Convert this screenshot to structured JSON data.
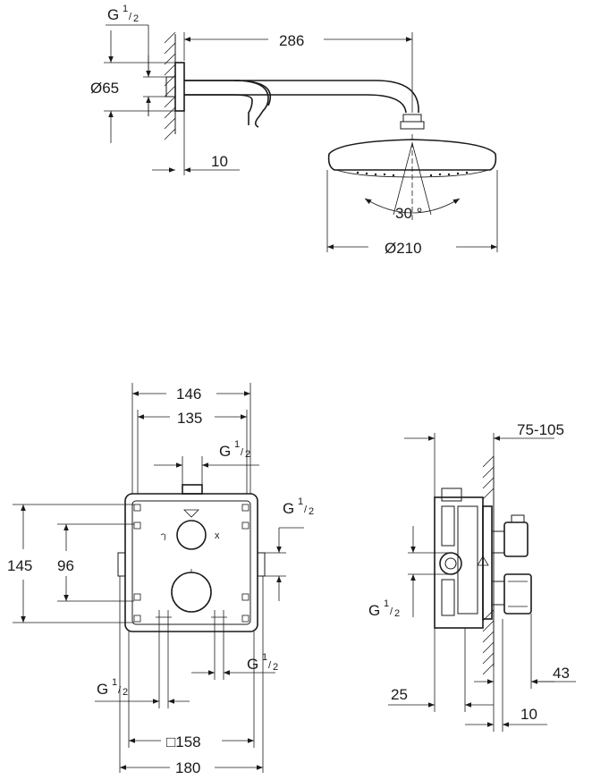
{
  "shower_head_view": {
    "dim_thread": "G",
    "dim_thread_num": "1",
    "dim_thread_den": "2",
    "dim_arm_length": "286",
    "dim_flange_diameter": "Ø65",
    "dim_wall_offset": "10",
    "dim_spray_angle": "30 °",
    "dim_head_diameter": "Ø210"
  },
  "box_front_view": {
    "dim_width_outer": "146",
    "dim_width_inner": "135",
    "dim_top_thread": "G",
    "dim_top_thread_num": "1",
    "dim_top_thread_den": "2",
    "dim_right_thread": "G",
    "dim_right_thread_num": "1",
    "dim_right_thread_den": "2",
    "dim_height": "145",
    "dim_height_inner": "96",
    "dim_bottom_right_thread": "G",
    "dim_bottom_right_thread_num": "1",
    "dim_bottom_right_thread_den": "2",
    "dim_bottom_left_thread": "G",
    "dim_bottom_left_thread_num": "1",
    "dim_bottom_left_thread_den": "2",
    "dim_square_plate": "□158",
    "dim_overall_width": "180"
  },
  "box_side_view": {
    "dim_depth_range": "75-105",
    "dim_side_thread": "G",
    "dim_side_thread_num": "1",
    "dim_side_thread_den": "2",
    "dim_handle_projection": "43",
    "dim_rear_offset": "25",
    "dim_plate_thickness": "10"
  }
}
